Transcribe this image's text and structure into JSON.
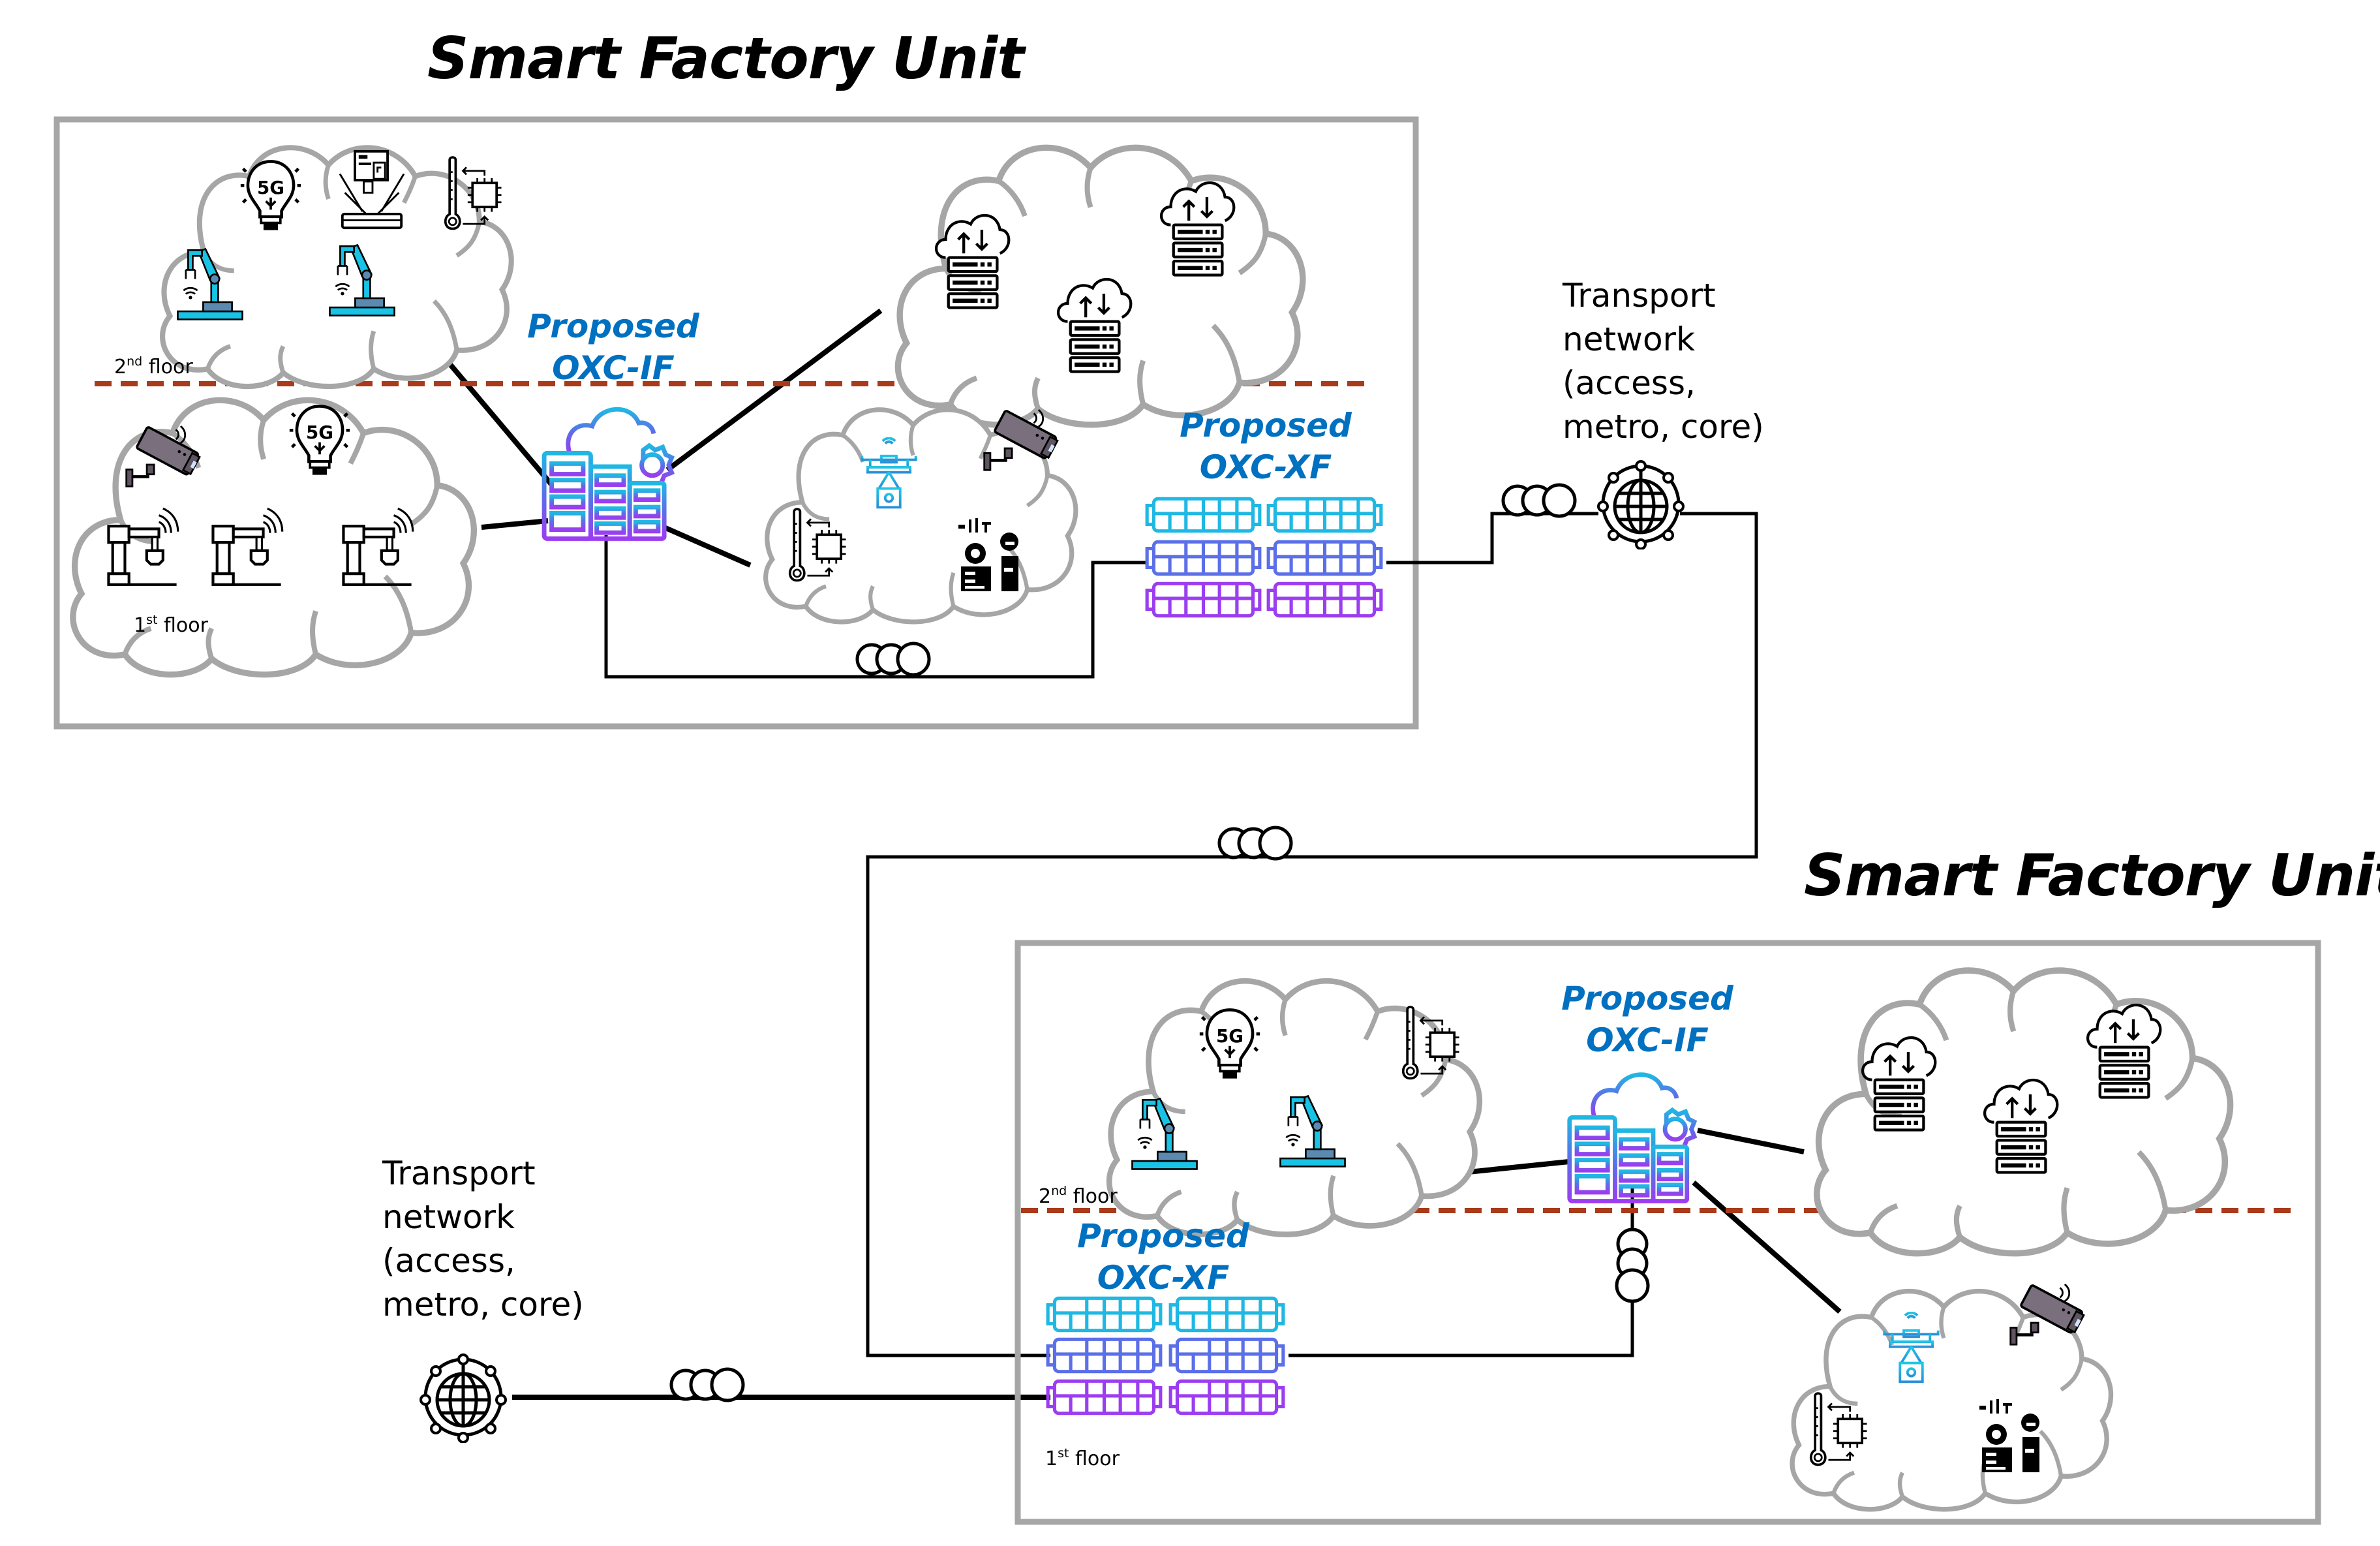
{
  "units": [
    {
      "title": "Smart Factory Unit",
      "oxc_if": {
        "line1": "Proposed",
        "line2": "OXC-IF"
      },
      "oxc_xf": {
        "line1": "Proposed",
        "line2": "OXC-XF"
      },
      "floor_upper": {
        "num": "2",
        "sup": "nd",
        "word": " floor"
      },
      "floor_lower": {
        "num": "1",
        "sup": "st",
        "word": " floor"
      }
    },
    {
      "title": "Smart Factory Unit",
      "oxc_if": {
        "line1": "Proposed",
        "line2": "OXC-IF"
      },
      "oxc_xf": {
        "line1": "Proposed",
        "line2": "OXC-XF"
      },
      "floor_upper": {
        "num": "2",
        "sup": "nd",
        "word": " floor"
      },
      "floor_lower": {
        "num": "1",
        "sup": "st",
        "word": " floor"
      }
    }
  ],
  "transport": [
    {
      "text": "Transport\nnetwork\n(access,\nmetro, core)"
    },
    {
      "text": "Transport\nnetwork\n(access,\nmetro, core)"
    }
  ],
  "icons": {
    "devices_floor2": [
      "5g-bulb-icon",
      "hologram-projector-icon",
      "temperature-sensor-chip-icon",
      "robot-arm-icon",
      "robot-arm-icon"
    ],
    "devices_floor1": [
      "cctv-camera-icon",
      "5g-bulb-icon",
      "robotic-arm-wireless-icon",
      "robotic-arm-wireless-icon",
      "robotic-arm-wireless-icon"
    ],
    "edge_cloud": [
      "cloud-server-icon",
      "cloud-server-icon",
      "cloud-server-icon"
    ],
    "devices_mixed": [
      "drone-icon",
      "cctv-camera-icon",
      "temperature-sensor-chip-icon",
      "worker-automation-icon"
    ]
  },
  "colors": {
    "label_blue": "#0070c0",
    "floor_divider": "#a93a1a",
    "box_border": "#a6a6a6",
    "cloud_outline": "#a6a6a6",
    "robot_cyan": "#19c3e6",
    "robot_base": "#5b8ab0",
    "gradient_top": "#1fb8e3",
    "gradient_mid": "#5b6fe8",
    "gradient_bottom": "#9b3df0"
  }
}
